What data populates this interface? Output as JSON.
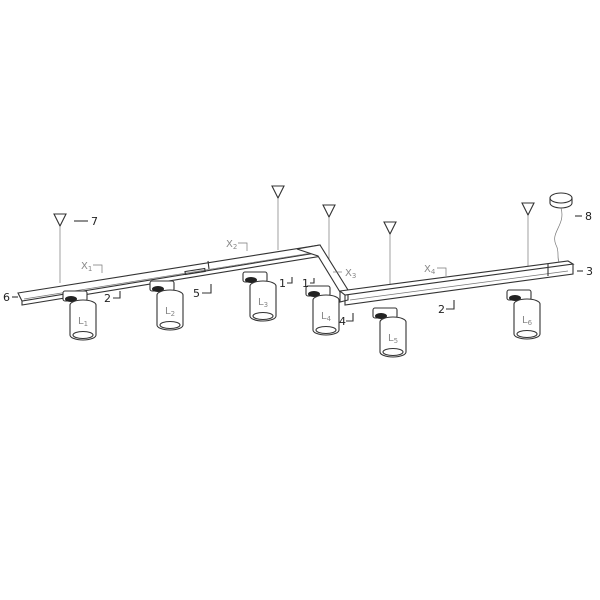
{
  "callouts": {
    "c1a": "1",
    "c1b": "1",
    "c2a": "2",
    "c2b": "2",
    "c3": "3",
    "c4": "4",
    "c5": "5",
    "c6": "6",
    "c7": "7",
    "c8": "8"
  },
  "dimensions": [
    {
      "main": "X",
      "sub": "1"
    },
    {
      "main": "X",
      "sub": "2"
    },
    {
      "main": "X",
      "sub": "3"
    },
    {
      "main": "X",
      "sub": "4"
    }
  ],
  "lamps": [
    {
      "main": "L",
      "sub": "1"
    },
    {
      "main": "L",
      "sub": "2"
    },
    {
      "main": "L",
      "sub": "3"
    },
    {
      "main": "L",
      "sub": "4"
    },
    {
      "main": "L",
      "sub": "5"
    },
    {
      "main": "L",
      "sub": "6"
    }
  ],
  "colors": {
    "line": "#333333",
    "dimension_label": "#888888"
  }
}
